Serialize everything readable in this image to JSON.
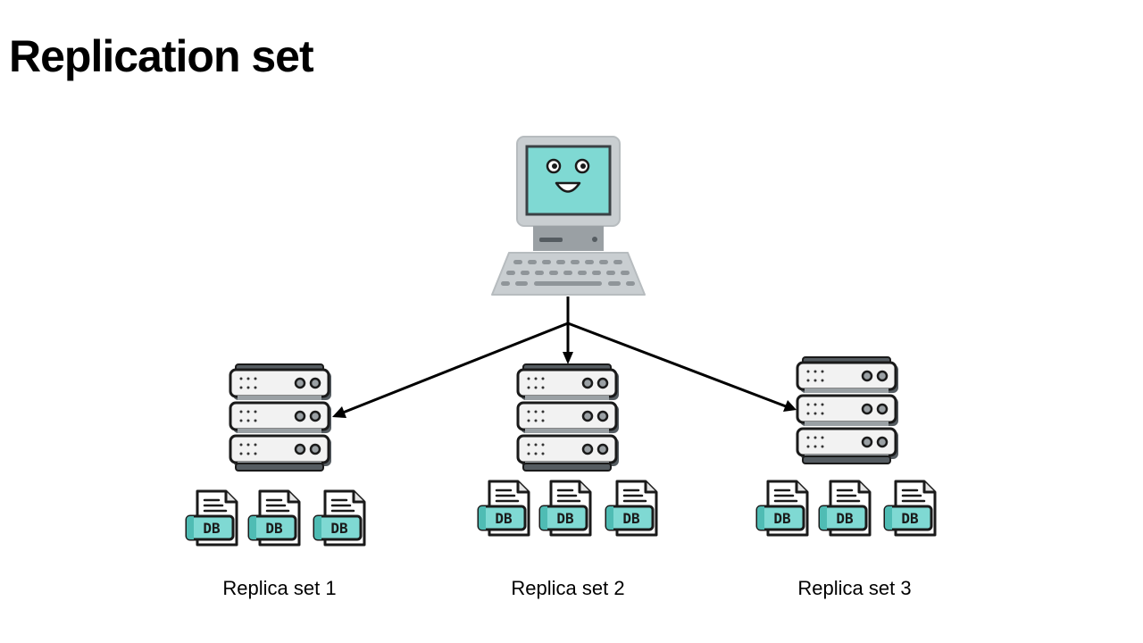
{
  "title": "Replication set",
  "diagram": {
    "client": {
      "icon": "computer-icon"
    },
    "replica_sets": [
      {
        "label": "Replica set 1",
        "server_icon": "server-rack-icon",
        "db_icon": "database-file-icon",
        "db_text": "DB"
      },
      {
        "label": "Replica set 2",
        "server_icon": "server-rack-icon",
        "db_icon": "database-file-icon",
        "db_text": "DB"
      },
      {
        "label": "Replica set 3",
        "server_icon": "server-rack-icon",
        "db_icon": "database-file-icon",
        "db_text": "DB"
      }
    ]
  },
  "colors": {
    "outline": "#1a1a1a",
    "screen": "#7fd9d3",
    "computer_body": "#c9ced1",
    "server_panel": "#f2f2f2",
    "db_band": "#7fd9d3"
  }
}
